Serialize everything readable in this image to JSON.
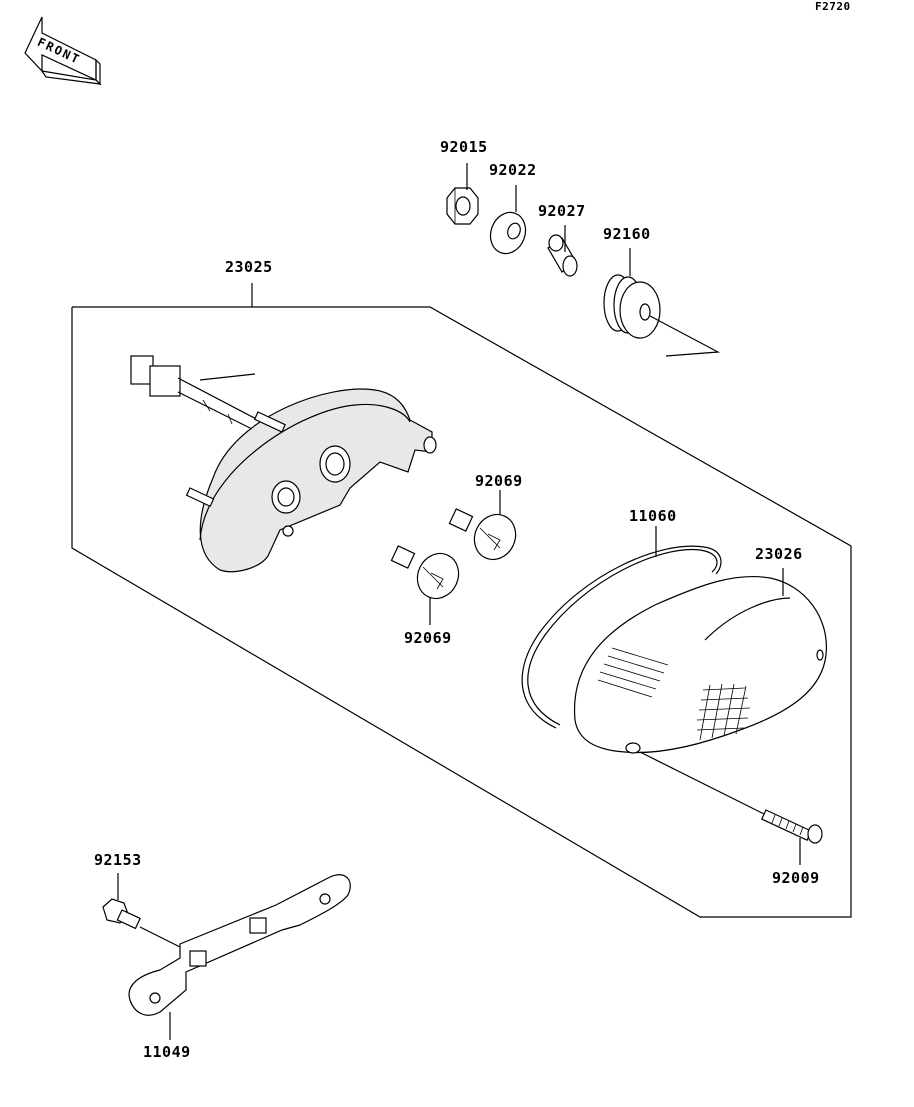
{
  "figure_code": "F2720",
  "front_arrow": {
    "text": "FRONT",
    "icon": "front-arrow-icon"
  },
  "parts": {
    "p92015": "92015",
    "p92022": "92022",
    "p92027": "92027",
    "p92160": "92160",
    "p23025": "23025",
    "p92069_upper": "92069",
    "p92069_lower": "92069",
    "p11060": "11060",
    "p23026": "23026",
    "p92009": "92009",
    "p92153": "92153",
    "p11049": "11049"
  }
}
